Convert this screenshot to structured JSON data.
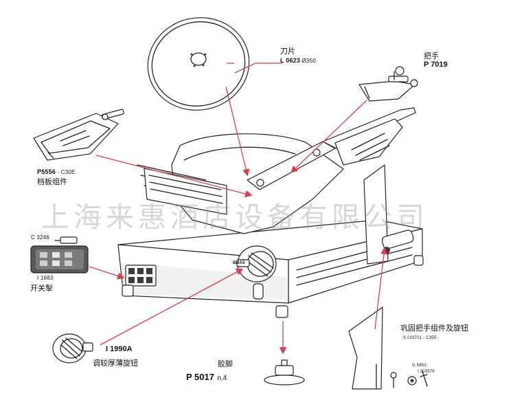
{
  "parts": {
    "blade": {
      "name": "刀片",
      "code": "L 0623",
      "size": "Ø350"
    },
    "handle": {
      "name": "把手",
      "code": "P 7019"
    },
    "guard": {
      "code": "P5556",
      "variant": "- C30E",
      "name": "档板组件"
    },
    "switch": {
      "code_top": "C 3246",
      "code_bottom": "I 1683",
      "name": "开关掣"
    },
    "knob": {
      "code": "I 1990A",
      "name": "调较厚薄旋钮"
    },
    "foot": {
      "name": "胶脚",
      "code": "P 5017",
      "qty": "n.4"
    },
    "lock": {
      "name": "巩固把手组件及旋钮",
      "code": "S 019721",
      "variant": "- C35E",
      "sub1": "G 5853",
      "sub2": "I 203576"
    }
  },
  "machine_badge": "BMAS",
  "watermark": "上海来惠酒店设备有限公司",
  "colors": {
    "arrow": "#e03a4e",
    "line": "#222222",
    "watermark": "#969696"
  }
}
